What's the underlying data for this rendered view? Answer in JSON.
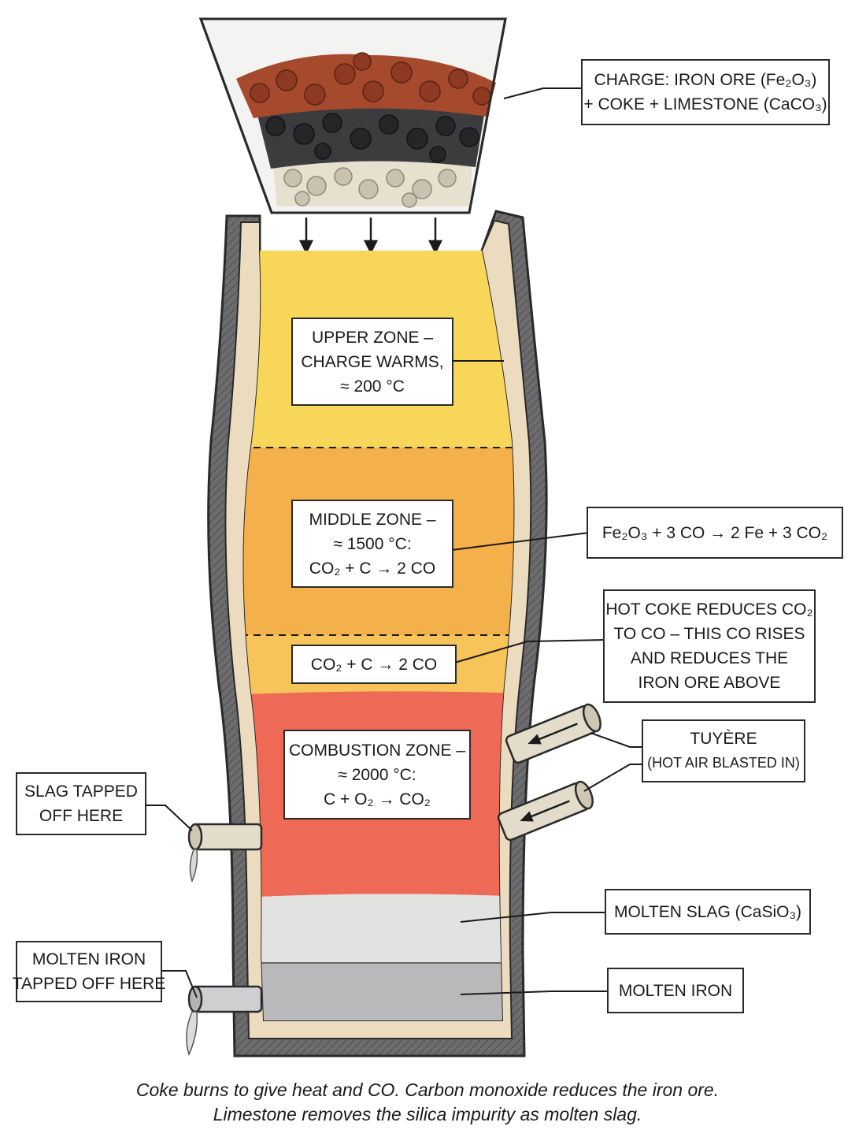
{
  "labels": {
    "charge": {
      "line1": "CHARGE: IRON ORE (Fe₂O₃)",
      "line2": "+ COKE + LIMESTONE (CaCO₃)"
    },
    "upper_zone": {
      "line1": "UPPER ZONE –",
      "line2": "CHARGE WARMS,",
      "line3": "≈ 200 °C"
    },
    "middle_zone": {
      "line1": "MIDDLE ZONE –",
      "line2": "≈ 1500 °C:",
      "line3": "CO₂ + C → 2 CO"
    },
    "reduction_equation": "Fe₂O₃ + 3 CO → 2 Fe + 3 CO₂",
    "co_equation": "CO₂ + C → 2 CO",
    "hot_coke_note": {
      "line1": "HOT COKE REDUCES CO₂",
      "line2": "TO CO – THIS CO RISES",
      "line3": "AND REDUCES THE",
      "line4": "IRON ORE ABOVE"
    },
    "combustion_zone": {
      "line1": "COMBUSTION ZONE –",
      "line2": "≈ 2000 °C:",
      "line3": "C + O₂ → CO₂"
    },
    "tuyere": {
      "line1": "TUYÈRE",
      "line2": "(HOT AIR BLASTED IN)"
    },
    "slag_tap": {
      "line1": "SLAG TAPPED",
      "line2": "OFF HERE"
    },
    "molten_slag": "MOLTEN SLAG (CaSiO₃)",
    "iron_tap": {
      "line1": "MOLTEN IRON",
      "line2": "TAPPED OFF HERE"
    },
    "molten_iron": "MOLTEN IRON"
  },
  "caption": {
    "line1": "Coke burns to give heat and CO. Carbon monoxide reduces the iron ore.",
    "line2": "Limestone removes the silica impurity as molten slag."
  },
  "colors": {
    "iron_ore": "#a64a2e",
    "coke": "#3c3c3e",
    "limestone": "#e6e0cf",
    "upper_zone": "#f7d65a",
    "middle_zone": "#f4b04a",
    "lower_middle_zone": "#f7c45a",
    "combustion_zone": "#ee6a57",
    "molten_slag": "#e2e2e0",
    "molten_iron": "#b9b9bb",
    "outer_wall": "#6d6d70",
    "refractory_lining": "#ecdcbf"
  }
}
